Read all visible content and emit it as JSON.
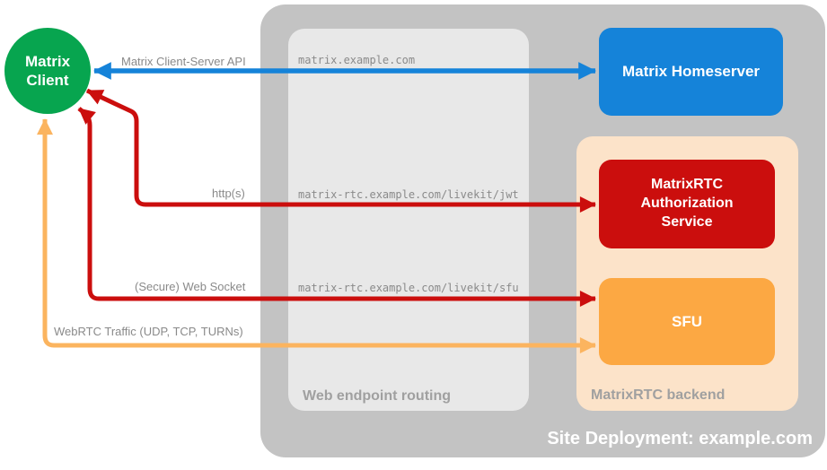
{
  "colors": {
    "site_container_bg": "#c3c3c3",
    "routing_box_bg": "#e8e8e8",
    "backend_box_bg": "#fce3c9",
    "client_green": "#07a54f",
    "homeserver_blue": "#1583d9",
    "rtc_red": "#cb0e0d",
    "sfu_orange": "#fca843",
    "webrtc_line_orange": "#fbb45f",
    "edge_label_gray": "#8a8a8a",
    "container_label_gray": "#a0a0a0",
    "node_text_white": "#ffffff"
  },
  "containers": {
    "site": {
      "label": "Site Deployment: example.com"
    },
    "routing": {
      "label": "Web endpoint routing"
    },
    "backend": {
      "label": "MatrixRTC backend"
    }
  },
  "nodes": {
    "client": {
      "label": "Matrix Client"
    },
    "homeserver": {
      "label": "Matrix Homeserver"
    },
    "auth_service": {
      "label": "MatrixRTC Authorization Service"
    },
    "sfu": {
      "label": "SFU"
    }
  },
  "endpoints": {
    "homeserver_url": "matrix.example.com",
    "jwt_url": "matrix-rtc.example.com/livekit/jwt",
    "sfu_url": "matrix-rtc.example.com/livekit/sfu"
  },
  "edges": {
    "client_server_api": {
      "label": "Matrix Client-Server API",
      "color": "#1583d9",
      "bidirectional": true
    },
    "https": {
      "label": "http(s)",
      "color": "#cb0e0d",
      "bidirectional": true
    },
    "web_socket": {
      "label": "(Secure) Web Socket",
      "color": "#cb0e0d",
      "bidirectional": true
    },
    "webrtc": {
      "label": "WebRTC Traffic (UDP, TCP, TURNs)",
      "color": "#fbb45f",
      "bidirectional": true
    }
  }
}
